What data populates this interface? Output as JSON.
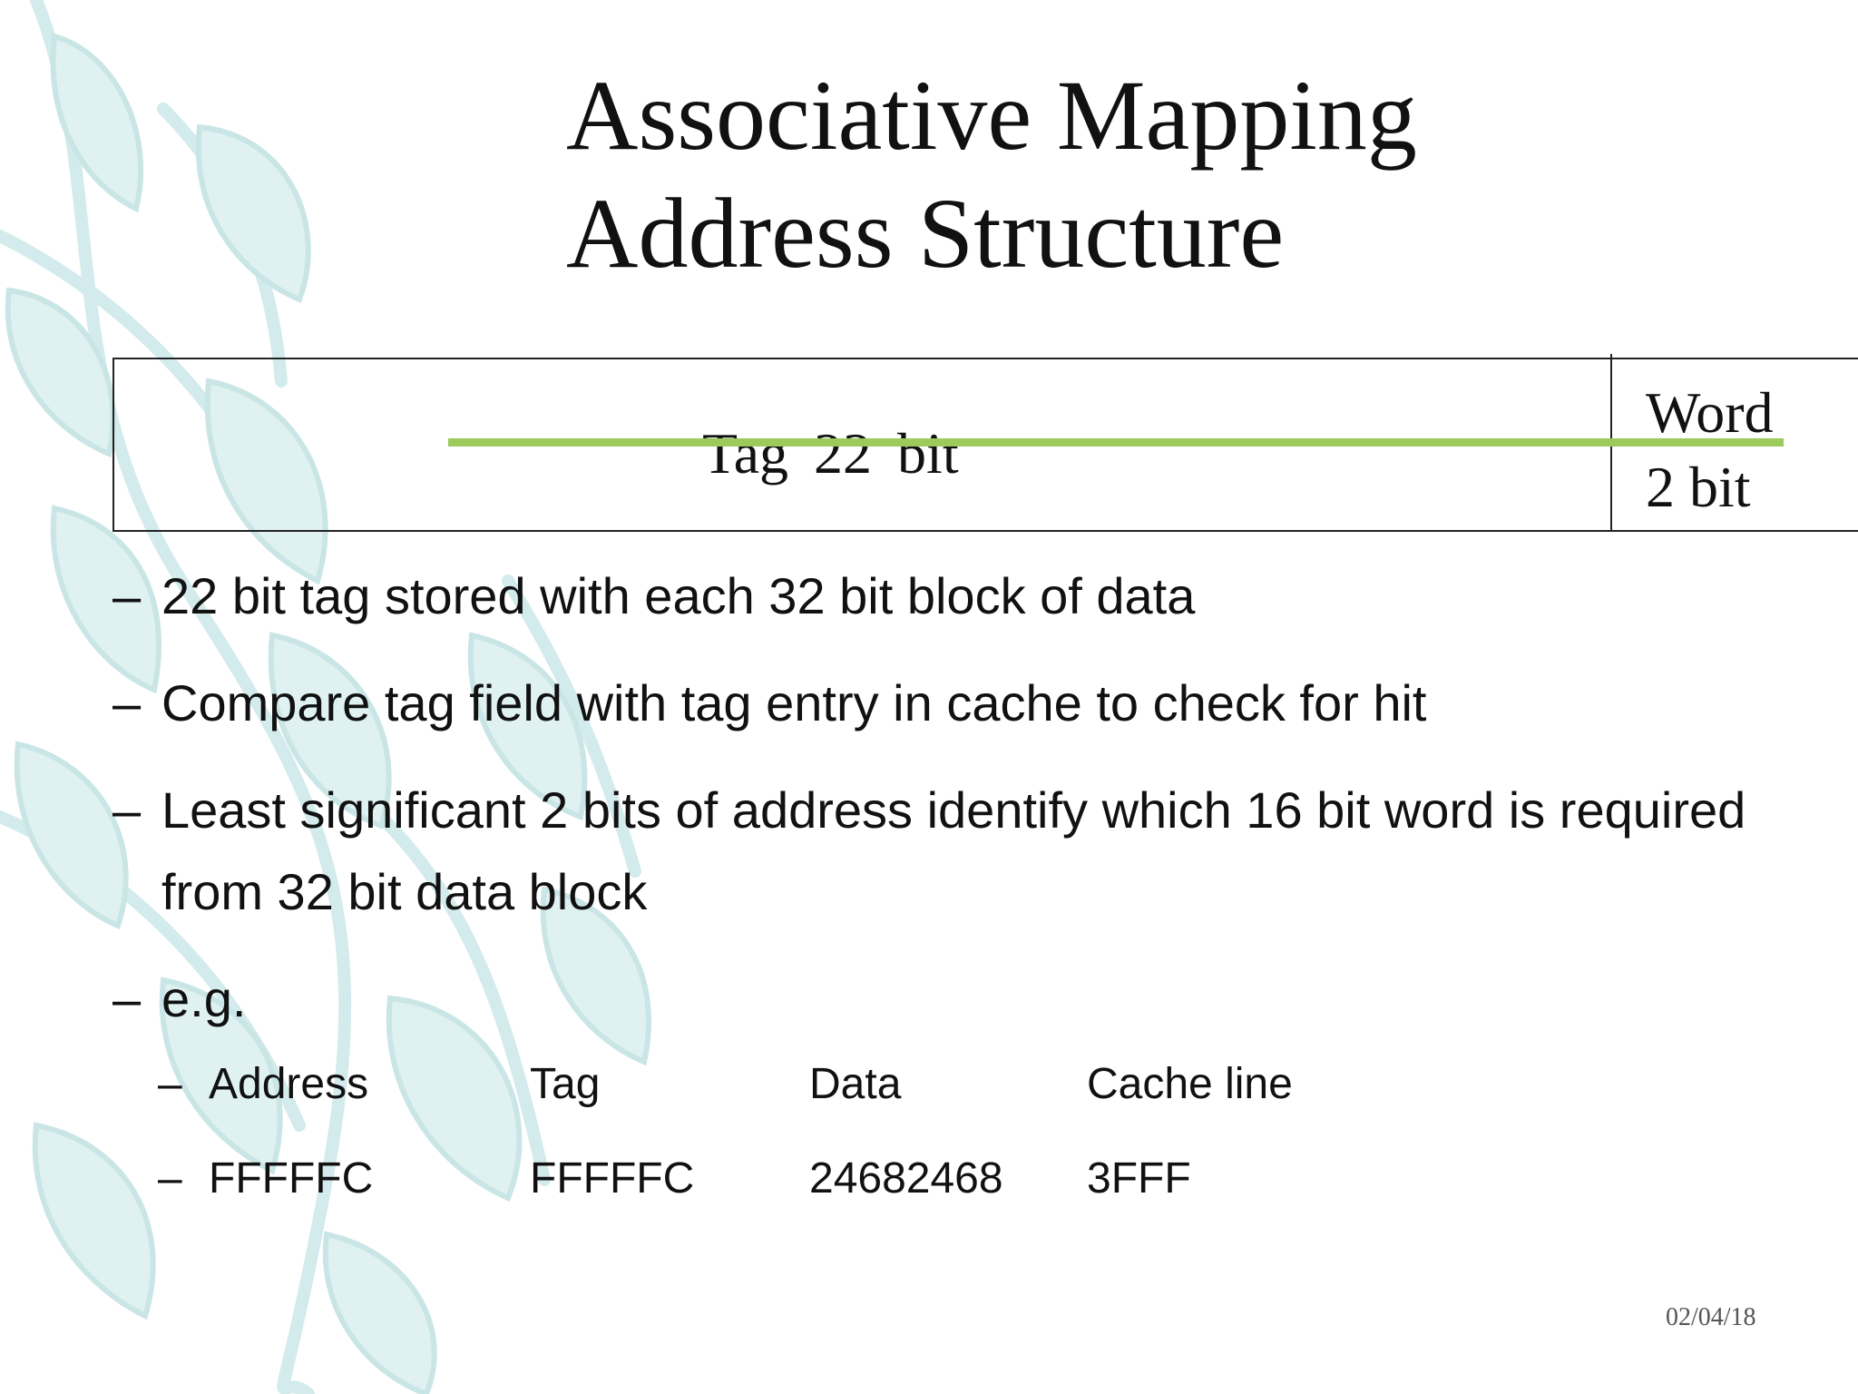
{
  "slide": {
    "title_line1": "Associative Mapping",
    "title_line2": "Address Structure",
    "date": "02/04/18"
  },
  "address_table": {
    "tag_label": "Tag   22 bit",
    "word_label_line1": "Word",
    "word_label_line2": "2 bit"
  },
  "bullets": [
    {
      "dash": "–",
      "text": "22 bit tag stored with each 32 bit block of data"
    },
    {
      "dash": "–",
      "text": "Compare tag field with tag entry in cache to check for hit"
    },
    {
      "dash": "–",
      "text": "Least significant 2 bits of address identify which 16 bit word is required from 32 bit data block"
    },
    {
      "dash": "–",
      "text": "e.g."
    }
  ],
  "example": {
    "header": {
      "dash": "–",
      "address": "Address",
      "tag": "Tag",
      "data": "Data",
      "cache_line": "Cache line"
    },
    "row": {
      "dash": "–",
      "address": "FFFFFC",
      "tag": "FFFFFC",
      "data": "24682468",
      "cache_line": "3FFF"
    }
  },
  "colors": {
    "accent_green": "#9ccb5c",
    "leaf_teal": "#cfe9ea"
  }
}
